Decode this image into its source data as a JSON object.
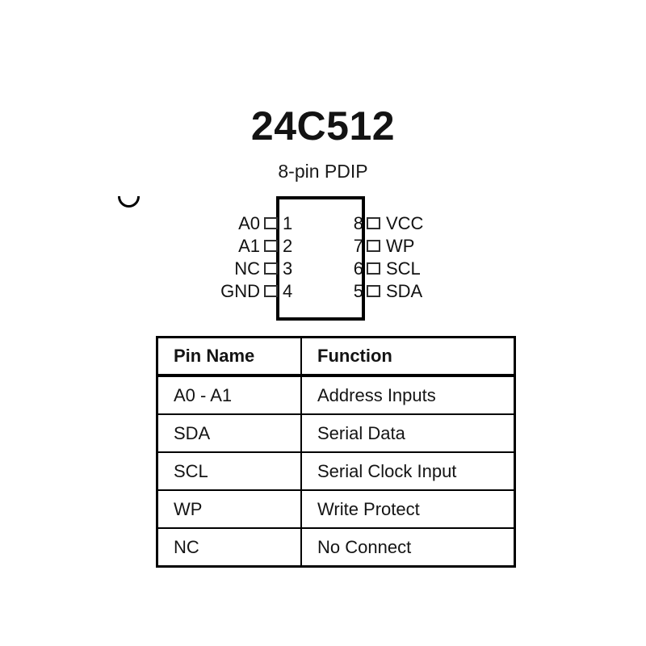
{
  "document": {
    "title": "24C512",
    "subtitle": "8-pin PDIP"
  },
  "package_diagram": {
    "notch_icon": "chip-notch-icon",
    "left_pins": [
      {
        "number": "1",
        "label": "A0"
      },
      {
        "number": "2",
        "label": "A1"
      },
      {
        "number": "3",
        "label": "NC"
      },
      {
        "number": "4",
        "label": "GND"
      }
    ],
    "right_pins": [
      {
        "number": "8",
        "label": "VCC"
      },
      {
        "number": "7",
        "label": "WP"
      },
      {
        "number": "6",
        "label": "SCL"
      },
      {
        "number": "5",
        "label": "SDA"
      }
    ]
  },
  "pin_table": {
    "headers": [
      "Pin Name",
      "Function"
    ],
    "rows": [
      {
        "pin_name": "A0 - A1",
        "function": "Address Inputs"
      },
      {
        "pin_name": "SDA",
        "function": "Serial Data"
      },
      {
        "pin_name": "SCL",
        "function": "Serial Clock Input"
      },
      {
        "pin_name": "WP",
        "function": "Write Protect"
      },
      {
        "pin_name": "NC",
        "function": "No Connect"
      }
    ]
  },
  "colors": {
    "background": "#ffffff",
    "ink": "#111111",
    "line": "#000000"
  }
}
